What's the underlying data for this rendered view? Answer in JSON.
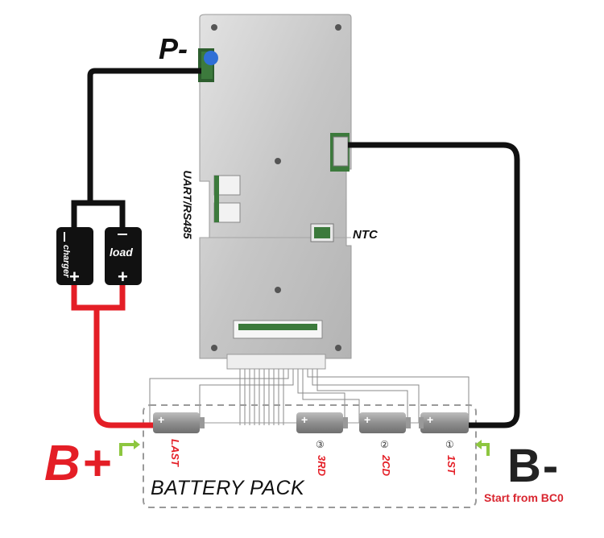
{
  "labels": {
    "p_minus": "P-",
    "b_plus": "B+",
    "b_minus": "B-",
    "start_note": "Start from BC0",
    "battery_pack": "BATTERY PACK",
    "ntc": "NTC",
    "uart": "UART/RS485"
  },
  "terminals": {
    "charger": {
      "label": "charger",
      "minus": "-",
      "plus": "+"
    },
    "load": {
      "label": "load",
      "minus": "-",
      "plus": "+"
    }
  },
  "cells": [
    {
      "marker": "",
      "name": "LAST"
    },
    {
      "marker": "③",
      "name": "3RD"
    },
    {
      "marker": "②",
      "name": "2CD"
    },
    {
      "marker": "①",
      "name": "1ST"
    }
  ],
  "cell_polarity": {
    "plus": "+",
    "minus": "-"
  },
  "colors": {
    "positive_wire": "#e41e26",
    "negative_wire": "#111111",
    "board": "#c9c9c9",
    "arrow": "#8dc63f",
    "label_red": "#e41e26"
  }
}
